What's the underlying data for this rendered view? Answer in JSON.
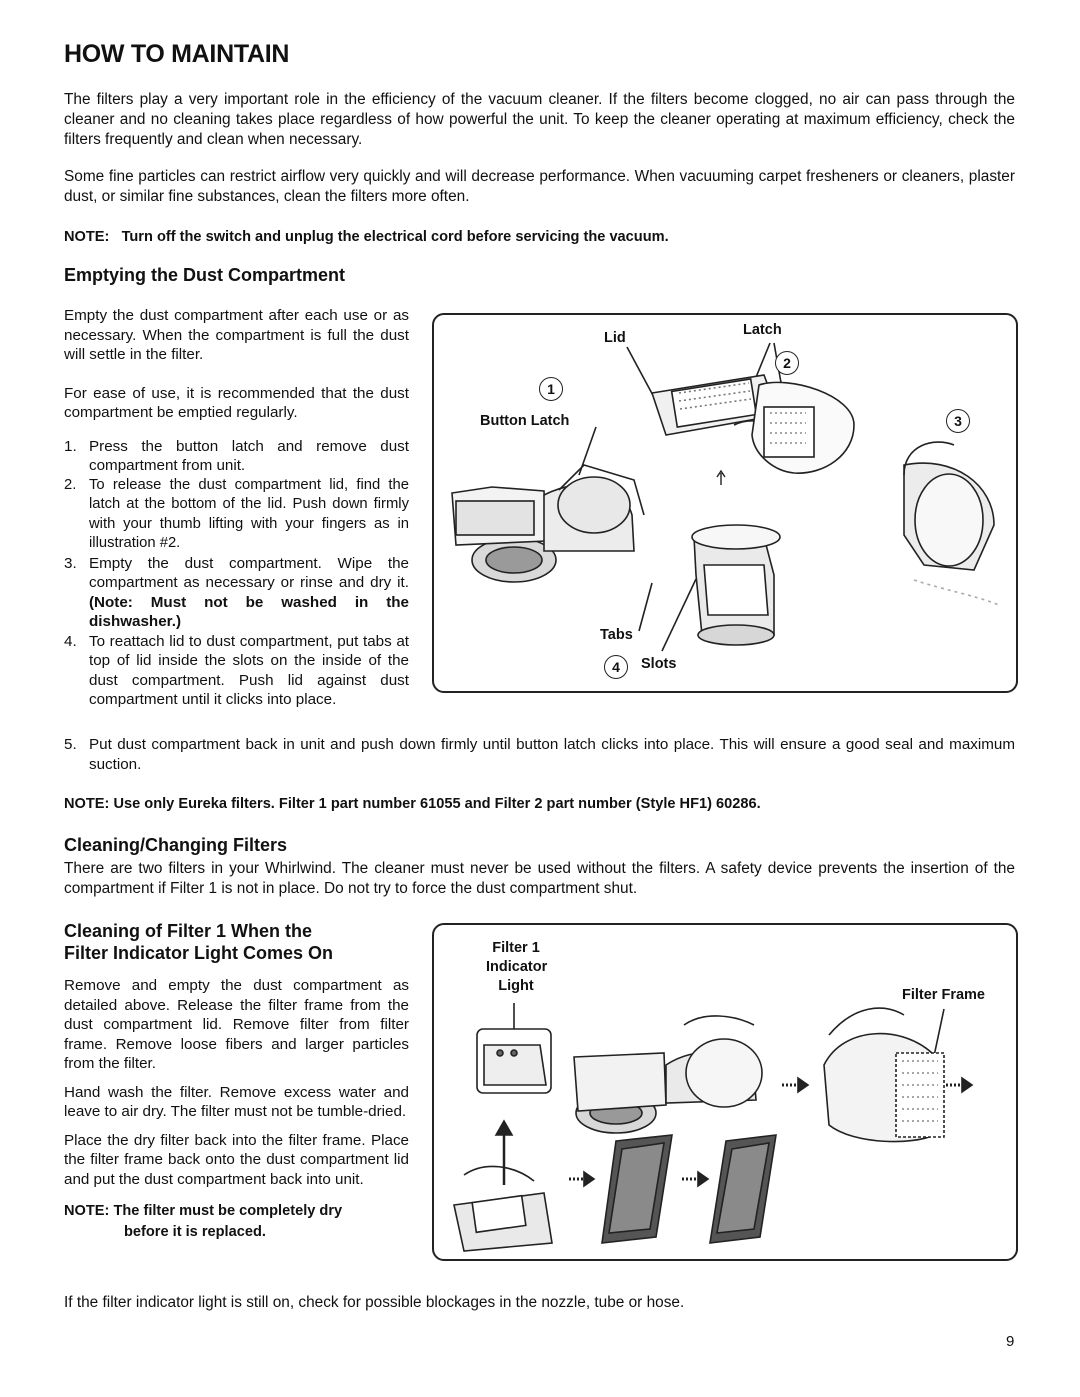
{
  "title": "HOW TO MAINTAIN",
  "intro": {
    "p1": "The filters play a very important role in the efficiency of the vacuum cleaner. If the filters become clogged, no air can pass through the cleaner and no cleaning takes place regardless of how powerful the unit. To keep the cleaner operating at maximum efficiency, check the filters frequently and clean when necessary.",
    "p2": "Some fine particles can restrict airflow very quickly and will decrease performance. When vacuuming carpet fresheners or cleaners, plaster dust, or similar fine substances, clean the filters more often.",
    "note": "NOTE:   Turn off the switch and unplug the electrical cord before servicing the vacuum."
  },
  "emptying": {
    "heading": "Emptying the Dust Compartment",
    "p1": "Empty the dust compartment after each use or as necessary. When the compartment is full the dust will settle in the filter.",
    "p2": "For ease of use, it is recommended that the dust compartment be emptied regularly.",
    "steps": [
      {
        "num": "1.",
        "text": "Press the button latch and remove dust compartment from unit."
      },
      {
        "num": "2.",
        "text": "To release the dust compartment lid, find the latch at the bottom of the lid. Push down firmly with your thumb lifting with your fingers as in illustration #2."
      },
      {
        "num": "3.",
        "text": "Empty the dust compartment. Wipe the compartment as necessary or rinse and dry it. ",
        "bold": "(Note: Must not be washed in the dishwasher.)"
      },
      {
        "num": "4.",
        "text": "To reattach lid to dust compartment, put tabs at top of lid inside the slots on the inside of the dust compartment. Push lid against dust compartment until it clicks into place."
      }
    ],
    "step5": {
      "num": "5.",
      "text": "Put dust compartment back in unit and push down firmly until button latch clicks into place. This will ensure a good seal and maximum suction."
    },
    "figure": {
      "lid": "Lid",
      "latch": "Latch",
      "button_latch": "Button Latch",
      "tabs": "Tabs",
      "slots": "Slots",
      "step_numbers": [
        "1",
        "2",
        "3",
        "4"
      ]
    }
  },
  "filter_note": "NOTE: Use only Eureka filters. Filter 1 part number 61055 and Filter 2 part number (Style HF1) 60286.",
  "cleaning": {
    "heading": "Cleaning/Changing Filters",
    "p1": "There are two filters in your Whirlwind. The cleaner must never be used without the filters. A safety device prevents the insertion of the compartment if Filter 1 is not in place. Do not try to force the dust compartment shut."
  },
  "filter1": {
    "heading_line1": "Cleaning of Filter 1 When the",
    "heading_line2": "Filter Indicator Light Comes On",
    "p1": "Remove and empty the dust compartment as detailed above. Release the filter frame from the dust compartment lid. Remove filter from filter frame. Remove loose fibers and larger particles from the filter.",
    "p2": "Hand wash the filter. Remove excess water and leave to air dry. The filter must not be tumble-dried.",
    "p3": "Place the dry filter back into the filter frame. Place the filter frame back onto the dust compartment lid and put the dust compartment back into unit.",
    "note_line1": "NOTE: The filter must be completely dry",
    "note_line2": "before it is replaced.",
    "figure": {
      "indicator_line1": "Filter 1",
      "indicator_line2": "Indicator",
      "indicator_line3": "Light",
      "filter_frame": "Filter Frame"
    }
  },
  "footer_text": "If the filter indicator light is still on, check for possible blockages in the nozzle, tube or hose.",
  "page_number": "9"
}
